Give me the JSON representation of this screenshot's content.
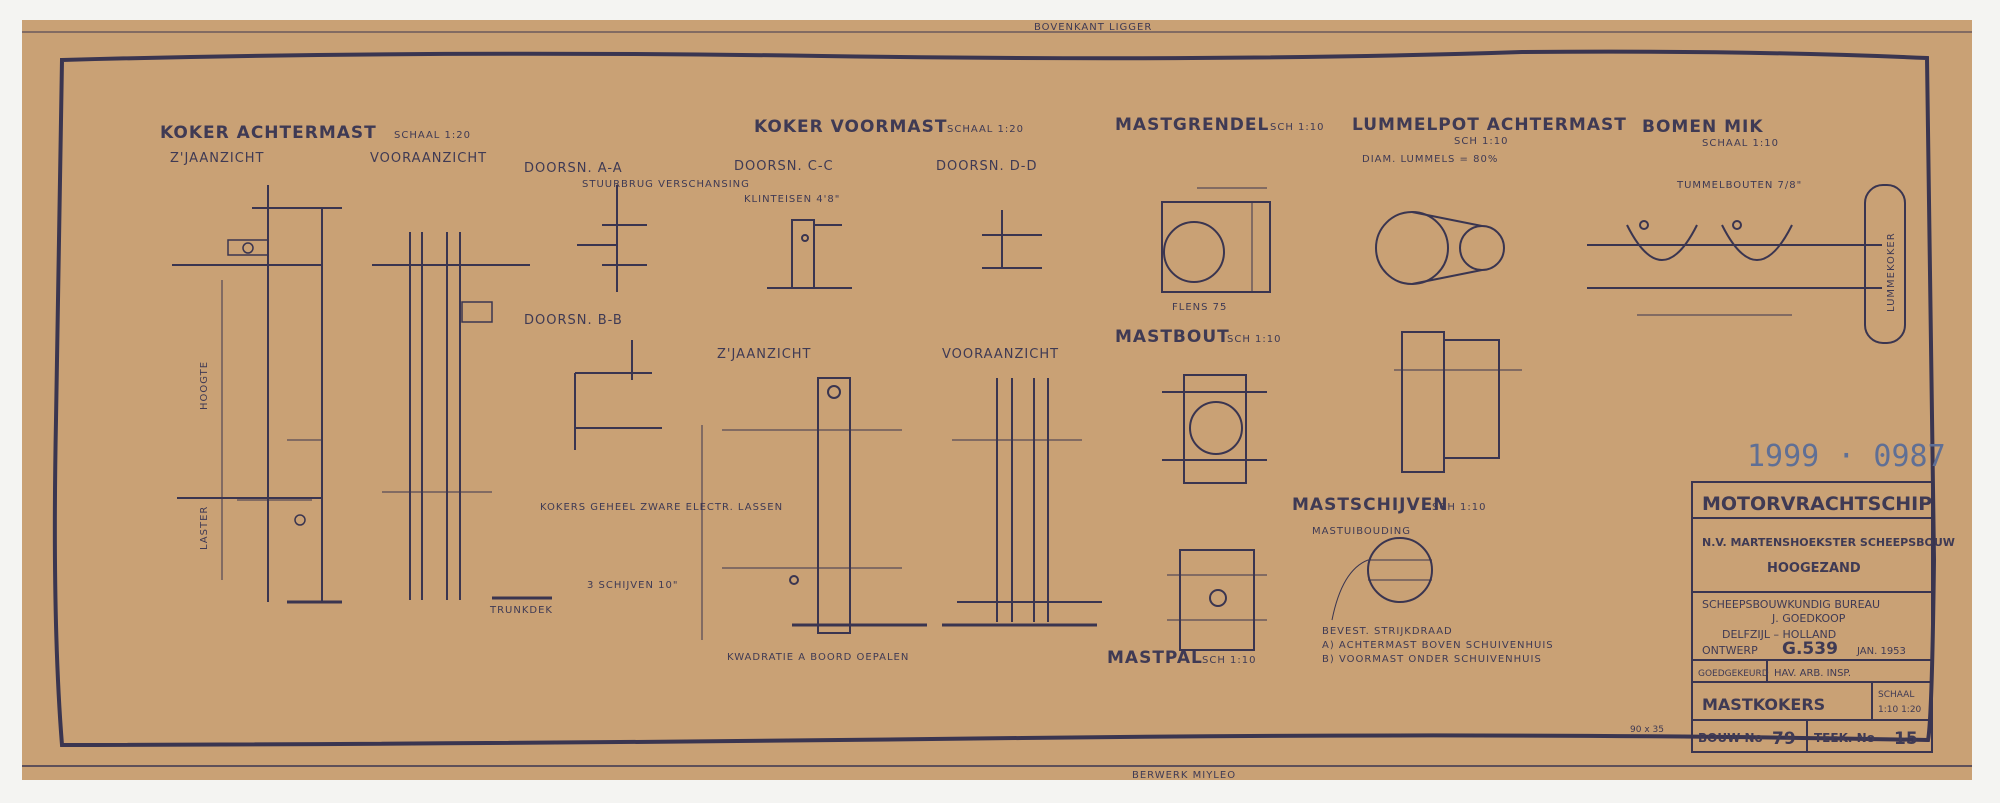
{
  "drawing_titles": {
    "koker_achtermast": "KOKER ACHTERMAST",
    "koker_achtermast_scale": "SCHAAL 1:20",
    "koker_voormast": "KOKER VOORMAST",
    "koker_voormast_scale": "SCHAAL 1:20",
    "mastgrendel": "MASTGRENDEL",
    "mastgrendel_scale": "SCH 1:10",
    "lummel_pot": "LUMMELPOT ACHTERMAST",
    "lummel_pot_scale": "SCH 1:10",
    "bomen_mik": "BOMEN MIK",
    "bomen_mik_scale": "SCHAAL 1:10",
    "mastbout": "MASTBOUT",
    "mastbout_scale": "SCH 1:10",
    "mastschijven": "MASTSCHIJVEN",
    "mastschijven_scale": "SCH 1:10",
    "mastpal": "MASTPAL",
    "mastpal_scale": "SCH 1:10"
  },
  "view_labels": {
    "zijaanzicht_1": "Z'JAANZICHT",
    "vooraanzicht_1": "VOORAANZICHT",
    "doorsn_aa": "DOORSN. A-A",
    "doorsn_bb": "DOORSN. B-B",
    "doorsn_cc": "DOORSN. C-C",
    "doorsn_dd": "DOORSN. D-D",
    "zijaanzicht_2": "Z'JAANZICHT",
    "vooraanzicht_2": "VOORAANZICHT"
  },
  "annotations": {
    "stuurbrug": "STUURBRUG VERSCHANSING",
    "klinteisen": "KLINTEISEN 4'8\"",
    "kokers_geheel": "KOKERS GEHEEL ZWARE ELECTR. LASSEN",
    "schijven": "3 SCHIJVEN 10\"",
    "kwadratie": "KWADRATIE A BOORD OEPALEN",
    "diam_lummels": "DIAM. LUMMELS = 80%",
    "tummelbouten": "TUMMELBOUTEN 7/8\"",
    "lummekoker": "LUMMEKOKER",
    "bevest": "BEVEST. STRIJKDRAAD",
    "bevest_a": "A) ACHTERMAST BOVEN SCHUIVENHUIS",
    "bevest_b": "B) VOORMAST ONDER SCHUIVENHUIS",
    "mastuibouding": "MASTUIBOUDING",
    "trunkdek": "TRUNKDEK",
    "flens": "FLENS 75",
    "hoogte": "HOOGTE",
    "laster": "LASTER",
    "top_edge": "BOVENKANT LIGGER",
    "bottom_edge": "BERWERK MIYLEO"
  },
  "stamp": {
    "number": "1999 · 0987"
  },
  "title_block": {
    "vessel": "MOTORVRACHTSCHIP",
    "yard": "N.V. MARTENSHOEKSTER SCHEEPSBOUW",
    "place": "HOOGEZAND",
    "bureau": "SCHEEPSBOUWKUNDIG BUREAU",
    "designer": "J. GOEDKOOP",
    "location": "DELFZIJL – HOLLAND",
    "ontwerp_label": "ONTWERP",
    "ontwerp_no": "G.539",
    "date": "JAN. 1953",
    "approved": "GOEDGEKEURD",
    "inspector": "HAV. ARB. INSP.",
    "subject": "MASTKOKERS",
    "scale_label": "SCHAAL",
    "scale_value": "1:10 1:20",
    "bouw_label": "BOUW No",
    "bouw_no": "79",
    "teek_label": "TEEK. No",
    "teek_no": "15",
    "sheet_size": "90 x 35"
  },
  "colors": {
    "paper": "#c9a175",
    "ink": "#3a3550",
    "stamp_ink": "#5f6f95"
  }
}
